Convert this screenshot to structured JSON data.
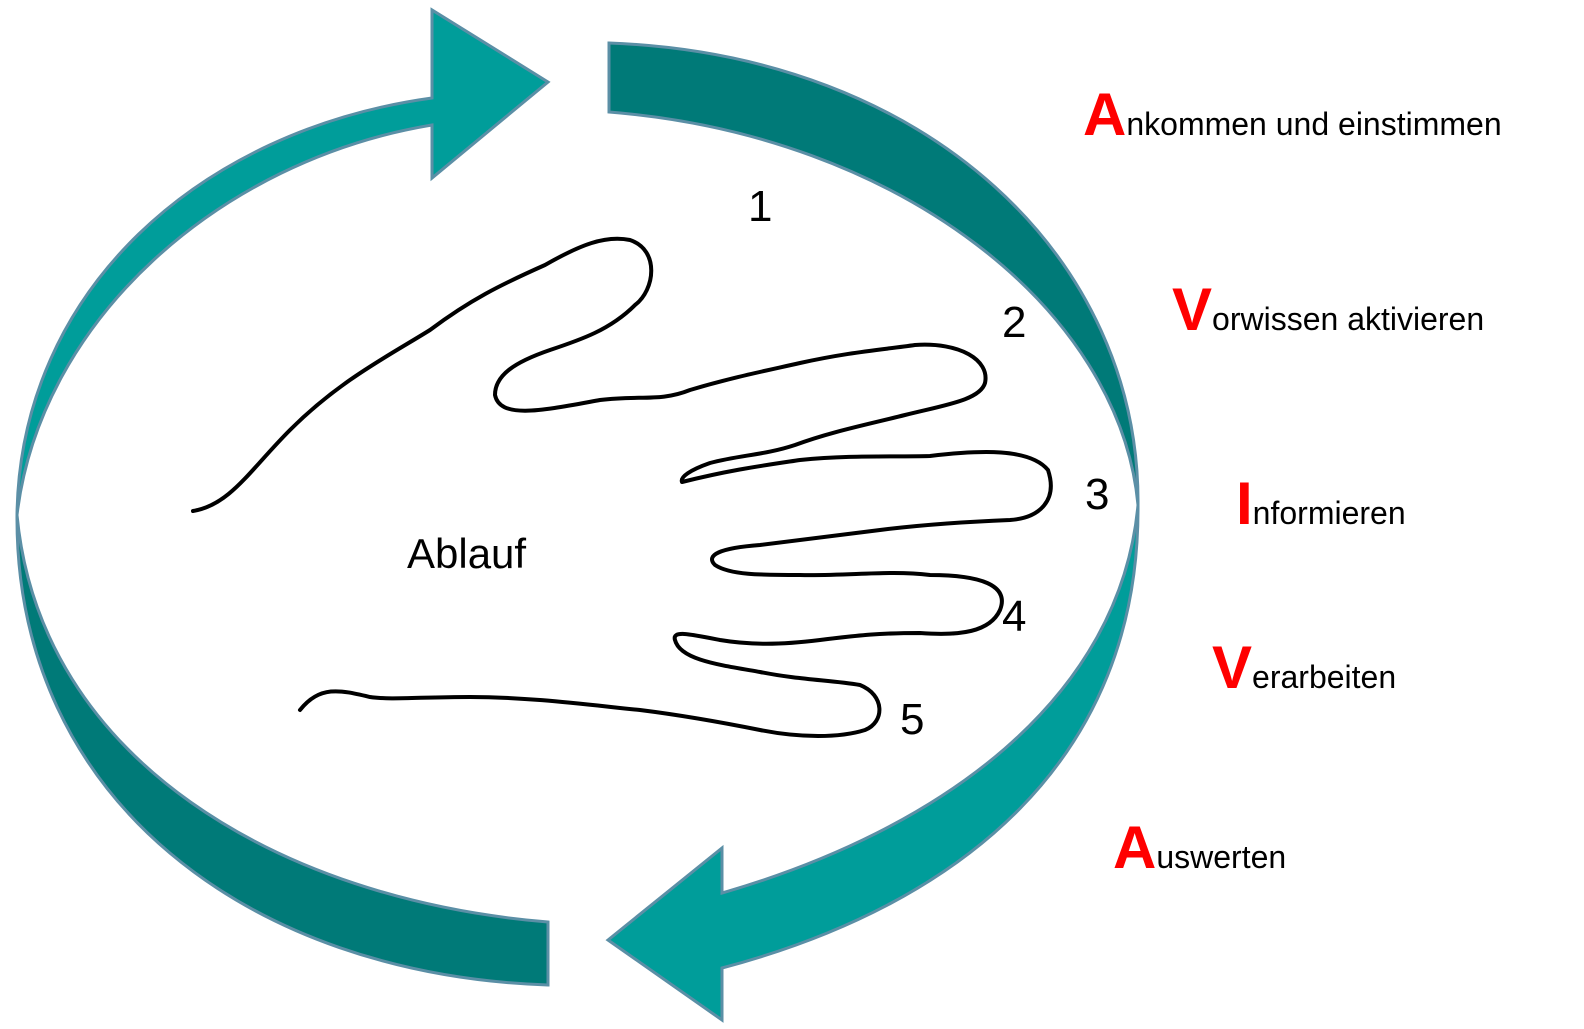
{
  "colors": {
    "arrow_dark": "#007a78",
    "arrow_mid": "#00918e",
    "arrow_light": "#009d9a",
    "arrow_edge": "#5b8fa6",
    "hand_stroke": "#000000",
    "initial": "#ff0000"
  },
  "center_label": "Ablauf",
  "finger_numbers": [
    "1",
    "2",
    "3",
    "4",
    "5"
  ],
  "steps": [
    {
      "initial": "A",
      "rest": "nkommen und einstimmen"
    },
    {
      "initial": "V",
      "rest": "orwissen aktivieren"
    },
    {
      "initial": "I",
      "rest": "nformieren"
    },
    {
      "initial": "V",
      "rest": "erarbeiten"
    },
    {
      "initial": "A",
      "rest": "uswerten"
    }
  ],
  "icons": [
    "cycle-arrow",
    "hand-outline"
  ]
}
